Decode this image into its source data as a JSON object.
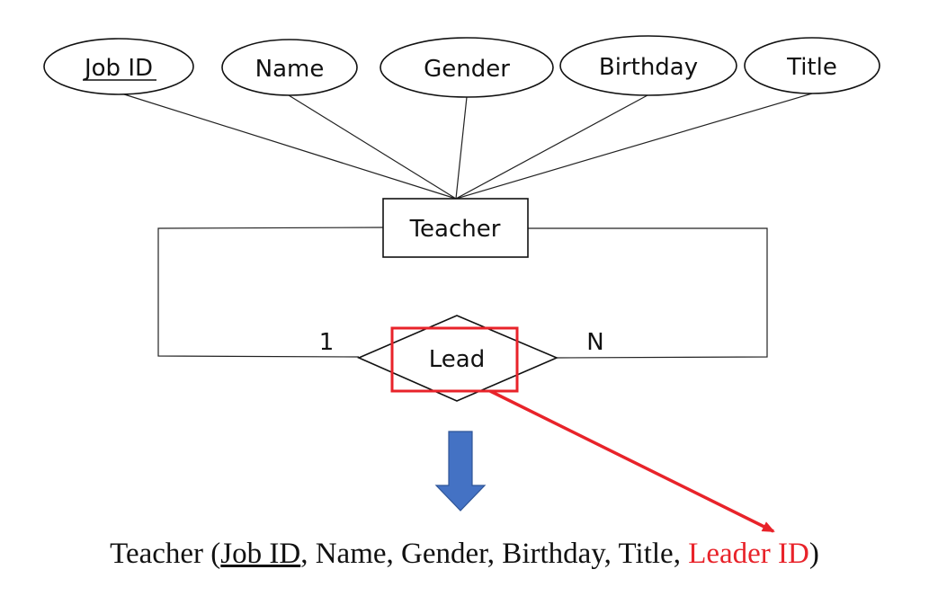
{
  "entity": {
    "name": "Teacher"
  },
  "attributes": [
    {
      "label": "Job ID",
      "is_key": true
    },
    {
      "label": "Name",
      "is_key": false
    },
    {
      "label": "Gender",
      "is_key": false
    },
    {
      "label": "Birthday",
      "is_key": false
    },
    {
      "label": "Title",
      "is_key": false
    }
  ],
  "relationship": {
    "name": "Lead",
    "cardinality_left": "1",
    "cardinality_right": "N"
  },
  "schema": {
    "entity": "Teacher",
    "open": " (",
    "key_attr": "Job ID",
    "sep1": ", ",
    "attrs_text": "Name, Gender, Birthday, Title, ",
    "foreign_attr": "Leader ID",
    "close": ")"
  },
  "colors": {
    "highlight": "#e8232a",
    "arrow_down": "#4472c4",
    "stroke": "#111111"
  }
}
